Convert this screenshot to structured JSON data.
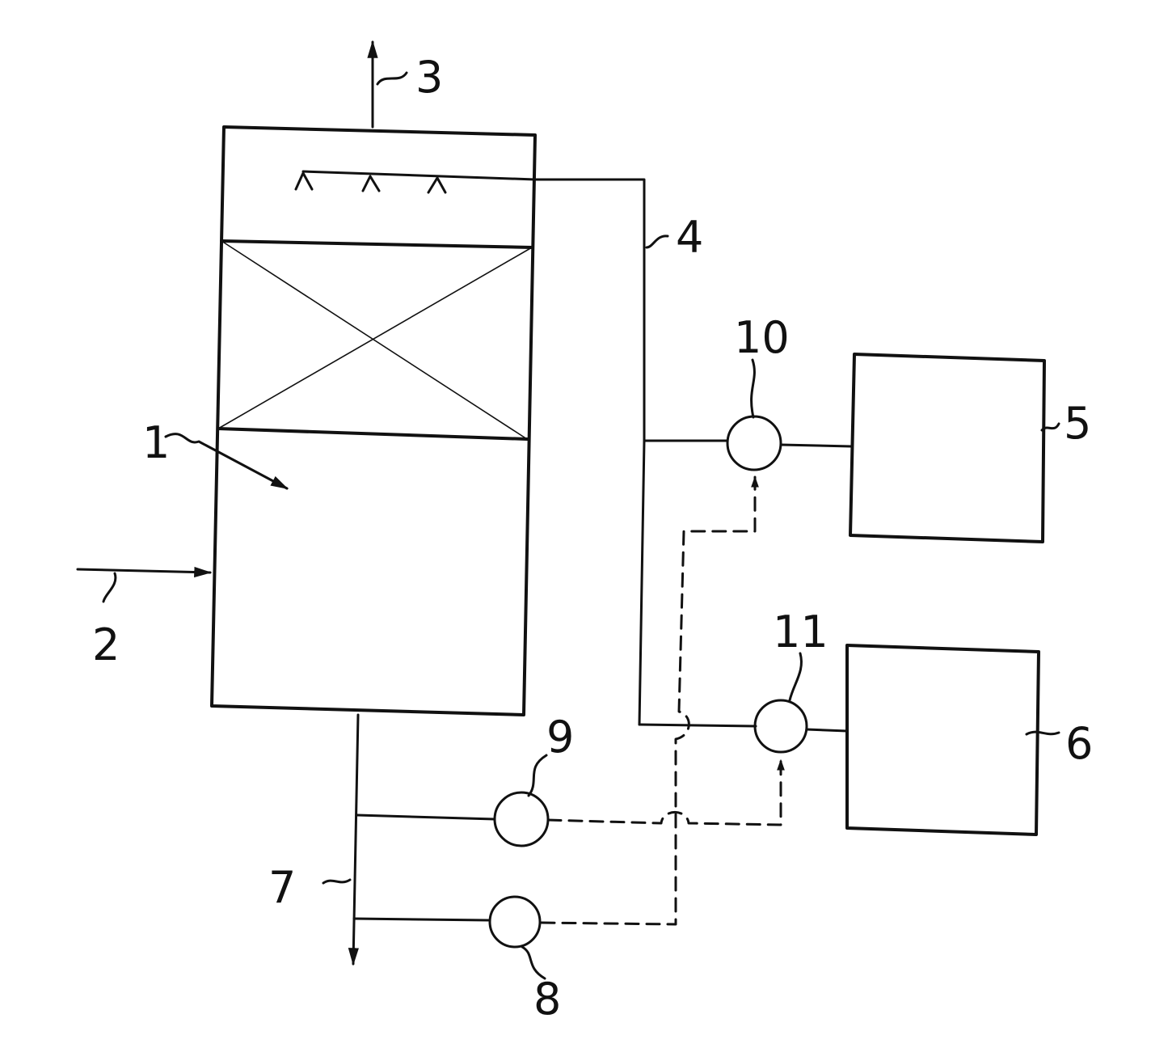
{
  "labels": {
    "tower": "1",
    "feed_line": "2",
    "top_outlet": "3",
    "spray_line": "4",
    "tank_upper": "5",
    "tank_lower": "6",
    "bottom_outlet": "7",
    "sensor_lower": "8",
    "sensor_upper": "9",
    "pump_upper": "10",
    "pump_lower": "11"
  },
  "colors": {
    "stroke": "#111111",
    "background": "#ffffff"
  },
  "icons": {
    "spray_nozzle": "caret-up-nozzle",
    "pump": "circle",
    "sensor": "circle",
    "flow_arrow": "arrowhead"
  }
}
